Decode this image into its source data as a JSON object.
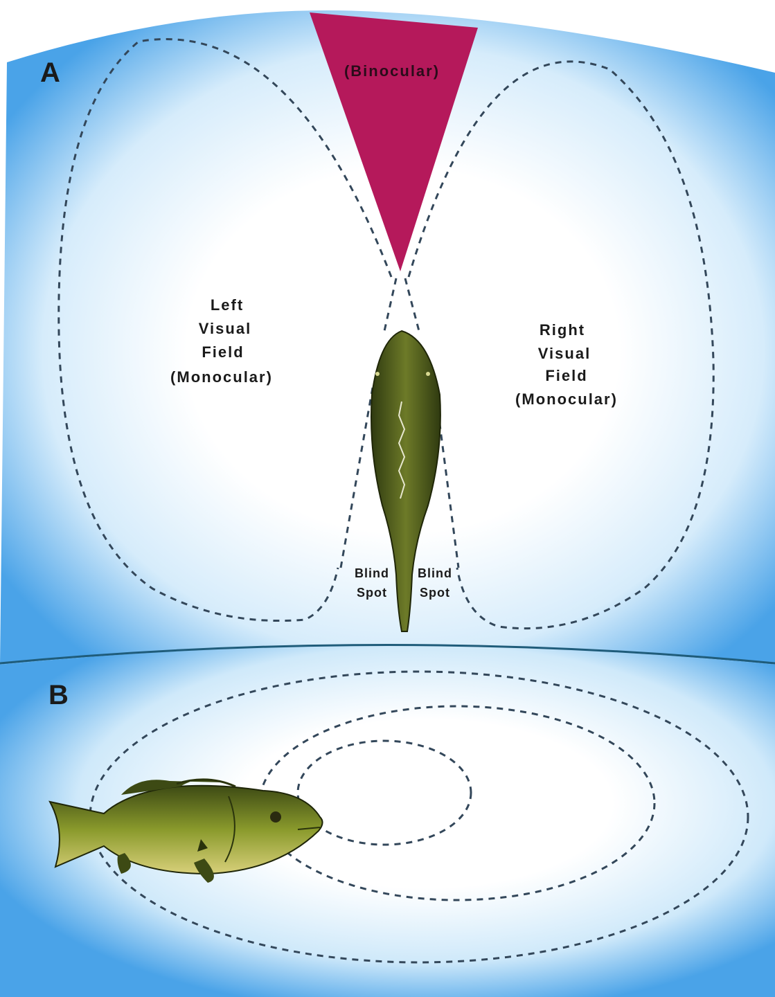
{
  "panel_a": {
    "letter": "A",
    "binocular_label": "(Binocular)",
    "left_field_lines": [
      "Left",
      "Visual",
      "Field",
      "(Monocular)"
    ],
    "right_field_lines": [
      "Right",
      "Visual",
      "Field",
      "(Monocular)"
    ],
    "blind_spot_left_lines": [
      "Blind",
      "Spot"
    ],
    "blind_spot_right_lines": [
      "Blind",
      "Spot"
    ]
  },
  "panel_b": {
    "letter": "B"
  },
  "colors": {
    "water_edge": "#4aa3e8",
    "water_center": "#ffffff",
    "binocular_zone": "#b5195b",
    "fish_body": "#4a5a1e",
    "fish_belly": "#c9c060",
    "divider_line": "#1f5c7a"
  },
  "icons": [
    "fish-top-view-icon",
    "bass-fish-side-view-icon"
  ]
}
